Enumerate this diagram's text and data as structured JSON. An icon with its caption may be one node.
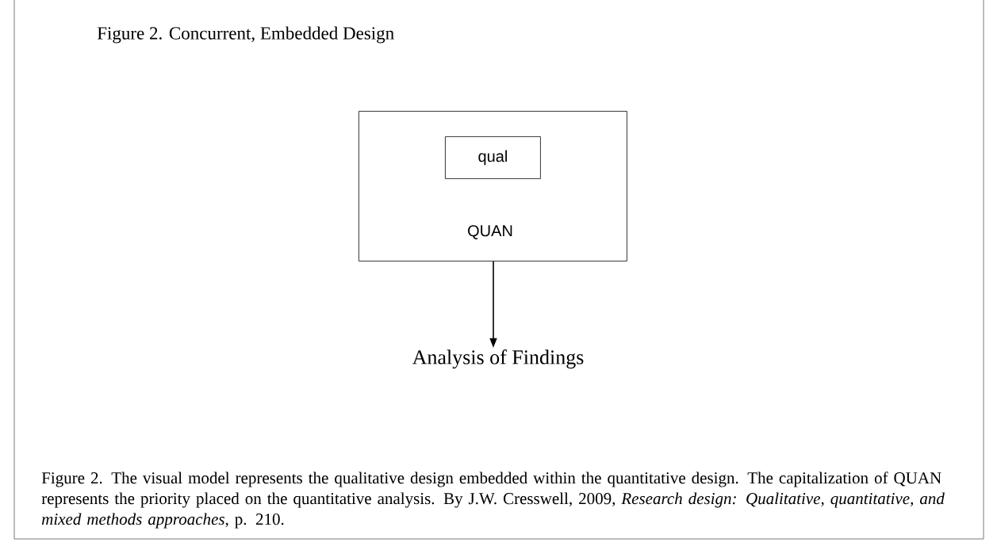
{
  "diagram": {
    "title": "Figure 2. Concurrent, Embedded Design",
    "caption": "Figure 2. The visual model represents the qualitative design embedded within the quantitative design. The capitalization of QUAN represents the priority placed on the quantitative analysis. By J.W. Cresswell, 2009, *Research design: Qualitative, quantitative, and mixed methods approaches*, p. 210.",
    "nodes": [
      {
        "text": [
          "QUAN"
        ]
      },
      {
        "text": [
          "qual"
        ],
        "in": 0
      },
      {
        "text": [
          "Analysis of Findings"
        ]
      }
    ],
    "edges": [
      {
        "from": 0,
        "to": 2,
        "arrow": "to"
      }
    ]
  }
}
